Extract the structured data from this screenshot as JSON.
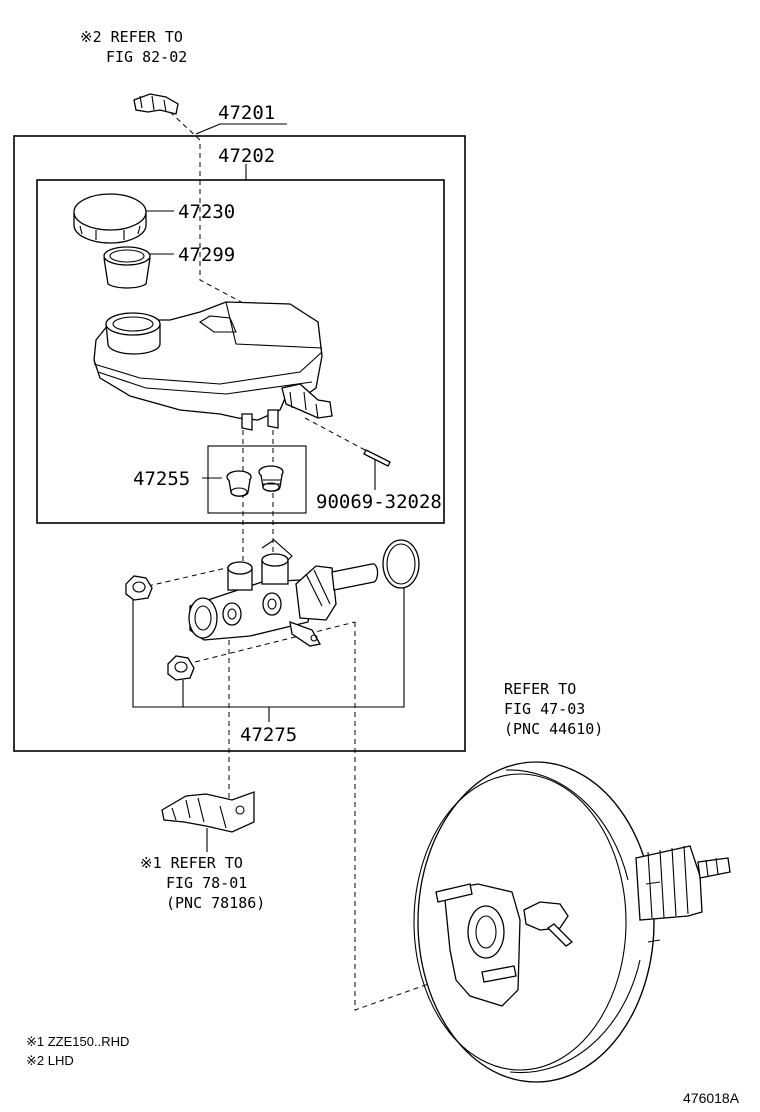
{
  "labels": {
    "p47201": "47201",
    "p47202": "47202",
    "p47230": "47230",
    "p47299": "47299",
    "p47255": "47255",
    "p90069": "90069-32028",
    "p47275": "47275"
  },
  "refs": {
    "top": {
      "line1": "※2 REFER TO",
      "line2": "FIG 82-02"
    },
    "booster": {
      "line1": "REFER TO",
      "line2": "FIG 47-03",
      "line3": "(PNC 44610)"
    },
    "bracket": {
      "line1": "※1 REFER TO",
      "line2": "FIG 78-01",
      "line3": "(PNC 78186)"
    }
  },
  "notes": {
    "note1": "※1 ZZE150..RHD",
    "note2": "※2 LHD"
  },
  "figure_id": "476018A",
  "icons": [
    "sensor-clip-icon",
    "reservoir-cap-icon",
    "strainer-icon",
    "reservoir-tank-icon",
    "grommet-icon",
    "pin-icon",
    "master-cylinder-icon",
    "o-ring-icon",
    "nut-icon",
    "bracket-icon",
    "brake-booster-icon"
  ]
}
